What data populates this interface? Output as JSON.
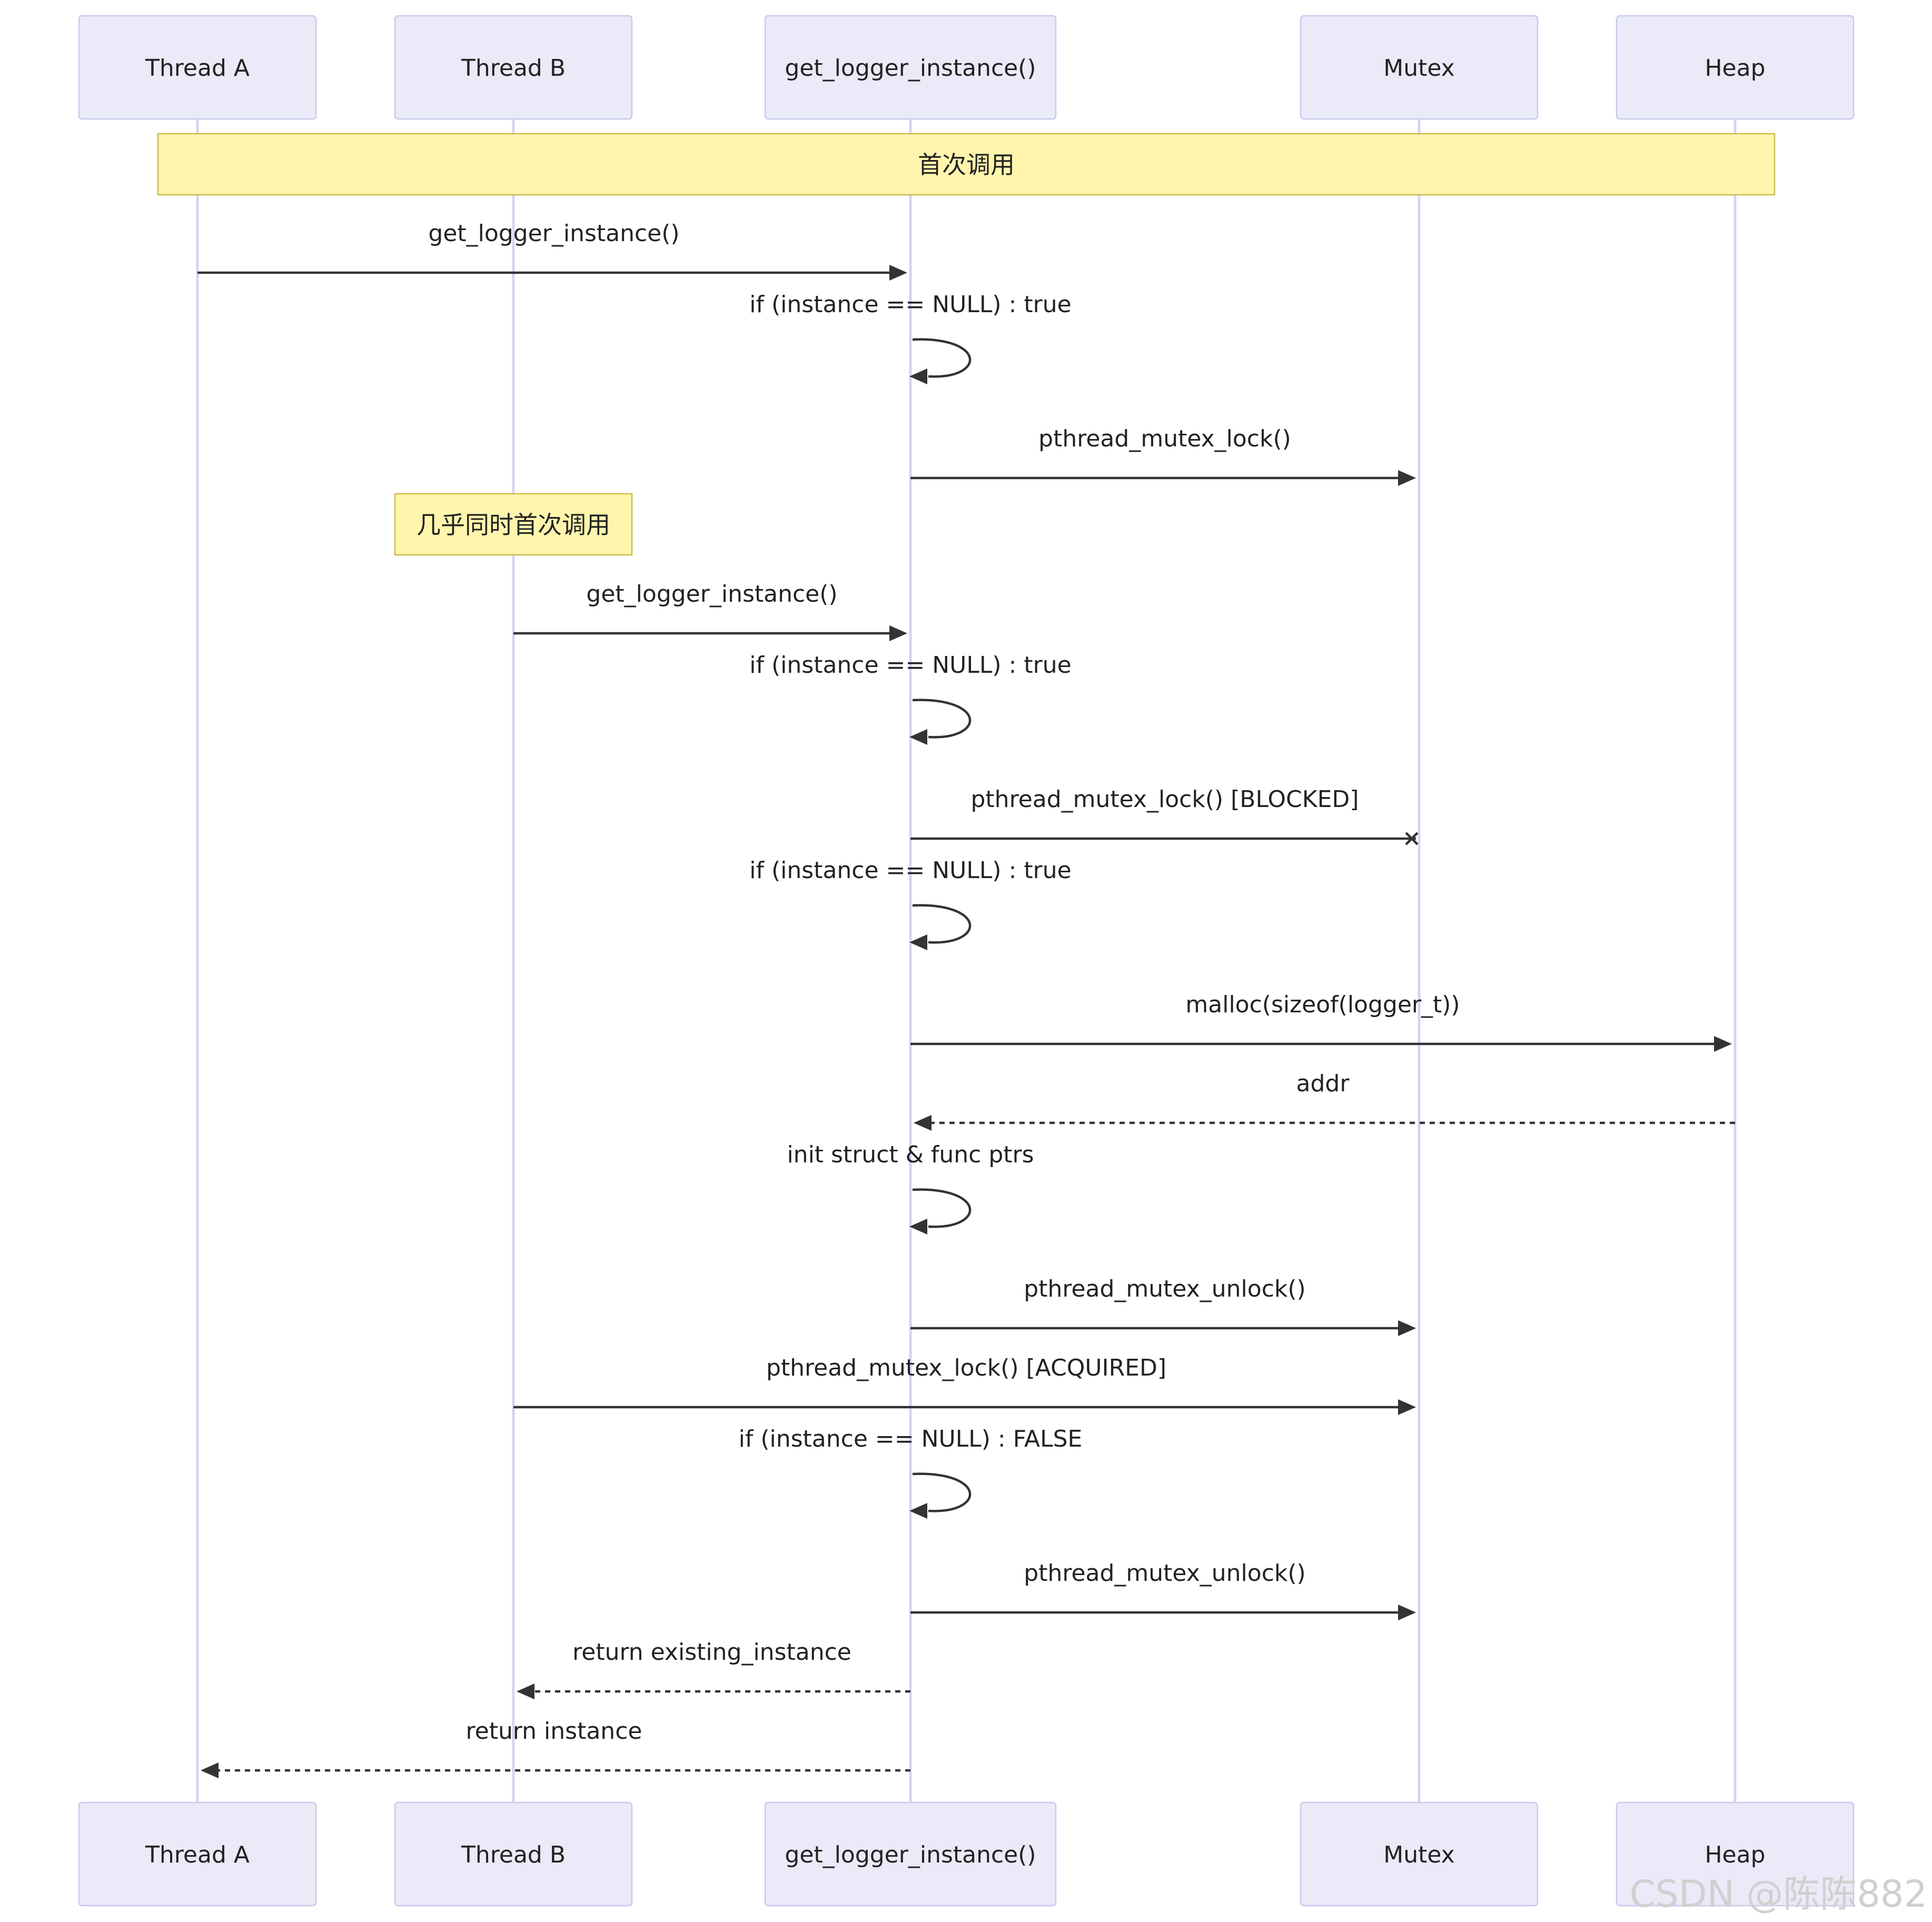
{
  "participants": [
    {
      "id": "thread_a",
      "label": "Thread A"
    },
    {
      "id": "thread_b",
      "label": "Thread B"
    },
    {
      "id": "getter",
      "label": "get_logger_instance()"
    },
    {
      "id": "mutex",
      "label": "Mutex"
    },
    {
      "id": "heap",
      "label": "Heap"
    }
  ],
  "notes": [
    {
      "text": "首次调用",
      "over": [
        "thread_a",
        "heap"
      ]
    },
    {
      "text": "几乎同时首次调用",
      "over": [
        "thread_b"
      ]
    }
  ],
  "messages": [
    {
      "from": "thread_a",
      "to": "getter",
      "label": "get_logger_instance()",
      "kind": "sync"
    },
    {
      "from": "getter",
      "to": "getter",
      "label": "if (instance == NULL) : true",
      "kind": "self"
    },
    {
      "from": "getter",
      "to": "mutex",
      "label": "pthread_mutex_lock()",
      "kind": "sync"
    },
    {
      "from": "thread_b",
      "to": "getter",
      "label": "get_logger_instance()",
      "kind": "sync"
    },
    {
      "from": "getter",
      "to": "getter",
      "label": "if (instance == NULL) : true",
      "kind": "self"
    },
    {
      "from": "getter",
      "to": "mutex",
      "label": "pthread_mutex_lock() [BLOCKED]",
      "kind": "cross"
    },
    {
      "from": "getter",
      "to": "getter",
      "label": "if (instance == NULL) : true",
      "kind": "self"
    },
    {
      "from": "getter",
      "to": "heap",
      "label": "malloc(sizeof(logger_t))",
      "kind": "sync"
    },
    {
      "from": "heap",
      "to": "getter",
      "label": "addr",
      "kind": "reply"
    },
    {
      "from": "getter",
      "to": "getter",
      "label": "init struct & func ptrs",
      "kind": "self"
    },
    {
      "from": "getter",
      "to": "mutex",
      "label": "pthread_mutex_unlock()",
      "kind": "sync"
    },
    {
      "from": "thread_b",
      "to": "mutex",
      "label": "pthread_mutex_lock() [ACQUIRED]",
      "kind": "sync"
    },
    {
      "from": "getter",
      "to": "getter",
      "label": "if (instance == NULL) : FALSE",
      "kind": "self"
    },
    {
      "from": "getter",
      "to": "mutex",
      "label": "pthread_mutex_unlock()",
      "kind": "sync"
    },
    {
      "from": "getter",
      "to": "thread_b",
      "label": "return existing_instance",
      "kind": "reply"
    },
    {
      "from": "getter",
      "to": "thread_a",
      "label": "return instance",
      "kind": "reply"
    }
  ],
  "watermark": "CSDN @陈陈882"
}
